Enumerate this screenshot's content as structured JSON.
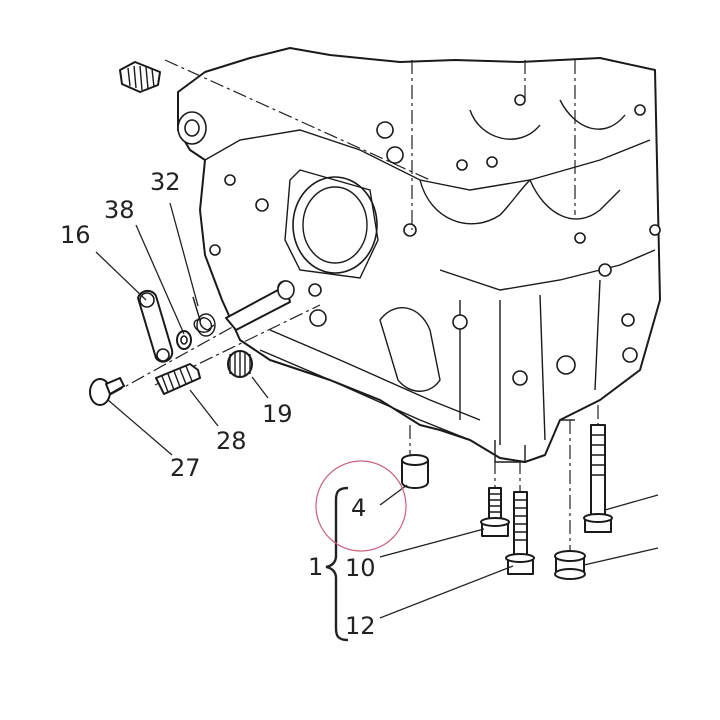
{
  "callouts": {
    "c16": "16",
    "c38": "38",
    "c32": "32",
    "c19": "19",
    "c28": "28",
    "c27": "27",
    "c4": "4",
    "c1": "1",
    "c10": "10",
    "c12": "12"
  },
  "highlight_color": "#c8607a"
}
